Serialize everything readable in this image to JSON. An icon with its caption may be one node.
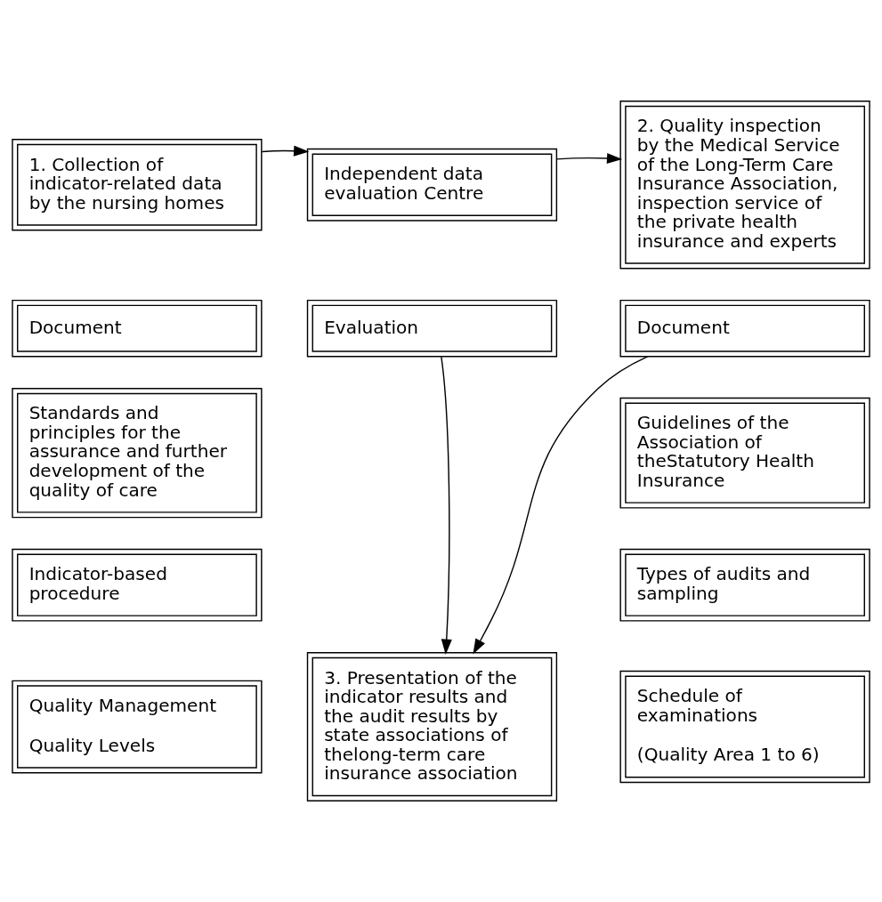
{
  "diagram": {
    "nodes": [
      {
        "text": [
          "1. Collection of indicator-related data by the nursing homes"
        ]
      },
      {
        "text": [
          "Document"
        ]
      },
      {
        "text": [
          "Standards and principles for the assurance and further development of the quality of care"
        ]
      },
      {
        "text": [
          "Indicator-based procedure"
        ]
      },
      {
        "text": [
          "Quality Management",
          "Quality Levels"
        ]
      },
      {
        "text": [
          "Independent data evaluation Centre"
        ]
      },
      {
        "text": [
          "Evaluation"
        ]
      },
      {
        "text": [
          "3. Presentation of the indicator results and the audit results by state associations of thelong-term care insurance association"
        ]
      },
      {
        "text": [
          "2. Quality inspection by the Medical Service of the Long-Term Care Insurance Association, inspection service of the private health insurance and experts"
        ]
      },
      {
        "text": [
          "Document"
        ]
      },
      {
        "text": [
          "Guidelines of the Association of theStatutory Health Insurance"
        ]
      },
      {
        "text": [
          "Types of audits and sampling"
        ]
      },
      {
        "text": [
          "Schedule of examinations",
          "(Quality Area 1 to 6)"
        ]
      }
    ],
    "edges": [
      {
        "from": 0,
        "to": 5,
        "arrow": "to"
      },
      {
        "from": 5,
        "to": 8,
        "arrow": "to"
      },
      {
        "from": 6,
        "to": 7,
        "arrow": "to"
      },
      {
        "from": 9,
        "to": 7,
        "arrow": "to"
      }
    ]
  }
}
